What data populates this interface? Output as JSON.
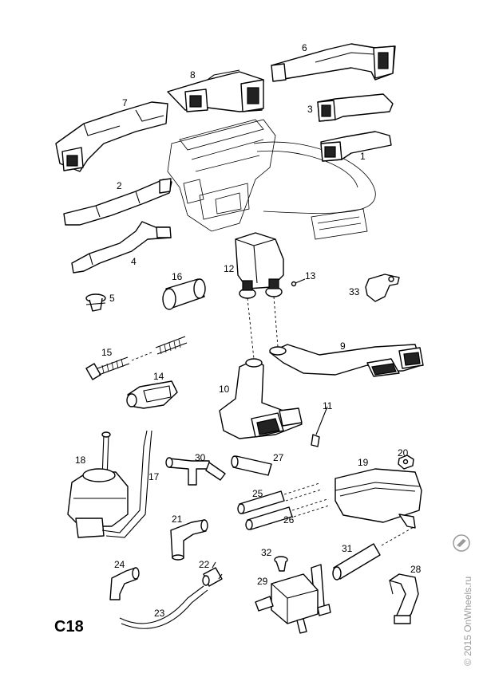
{
  "diagram": {
    "code": "C18",
    "watermark": "© 2015 OnWheels.ru",
    "callouts": [
      "1",
      "2",
      "3",
      "4",
      "5",
      "6",
      "7",
      "8",
      "9",
      "10",
      "11",
      "12",
      "13",
      "14",
      "15",
      "16",
      "17",
      "18",
      "19",
      "20",
      "21",
      "22",
      "23",
      "24",
      "25",
      "26",
      "27",
      "28",
      "29",
      "30",
      "31",
      "32",
      "33"
    ]
  },
  "colors": {
    "line": "#000000",
    "watermark": "#9a9a9a",
    "background": "#ffffff"
  }
}
